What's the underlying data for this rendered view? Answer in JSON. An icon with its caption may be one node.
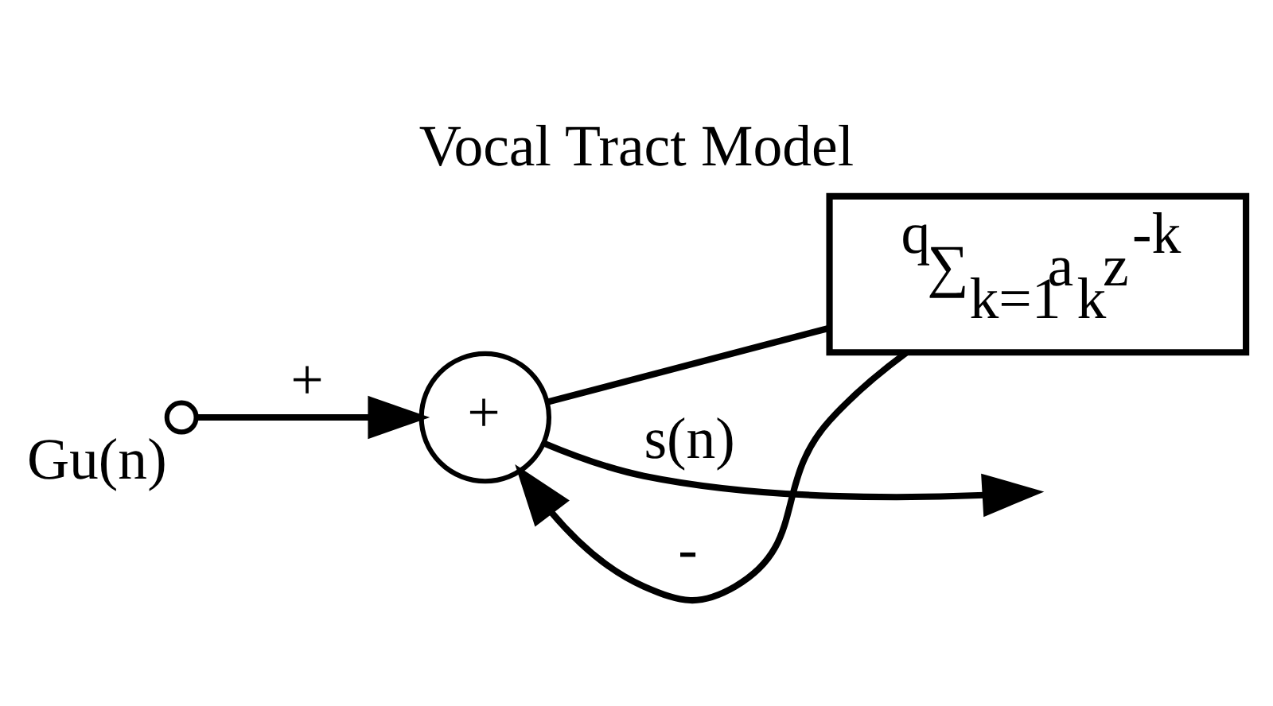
{
  "diagram": {
    "title": "Vocal Tract Model",
    "nodes": [
      {
        "text": [],
        "shape": "circle",
        "beside": [
          "Gu(n)"
        ]
      },
      {
        "text": [
          "+"
        ]
      },
      {
        "text": [
          "$^{q}$∑$_{k=1}$a$_{k}$z$^{-k}$"
        ]
      }
    ],
    "edges": [
      {
        "from": 0,
        "to": 1,
        "arrow": "to",
        "label": "+"
      },
      {
        "from": 1,
        "to": null,
        "arrow": "to",
        "label": "s(n)"
      },
      {
        "from": 1,
        "to": 2,
        "arrow": "none"
      },
      {
        "from": 2,
        "to": 1,
        "arrow": "to",
        "label": "-"
      }
    ]
  }
}
